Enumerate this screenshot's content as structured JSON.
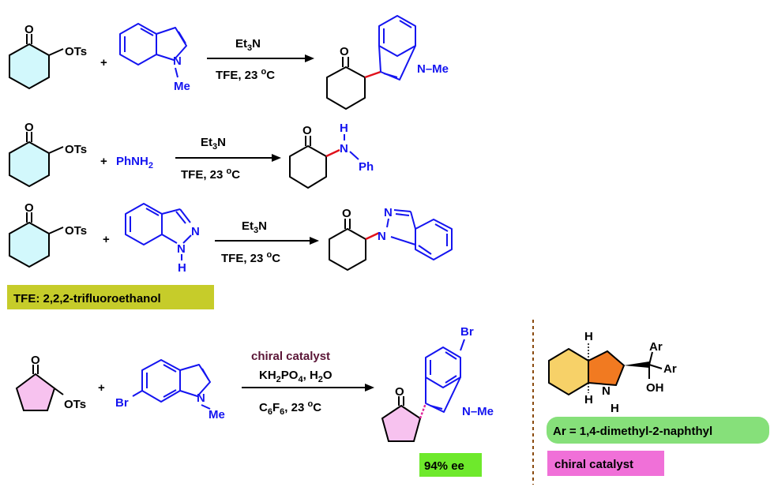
{
  "reactions": [
    {
      "reagent_top": [
        "Et",
        "3",
        "N"
      ],
      "reagent_bottom": [
        "TFE, 23 ",
        "o",
        "C"
      ],
      "plus": "+",
      "sm_label": "OTs",
      "nucleophile_label": "Me",
      "product_label": "N–Me"
    },
    {
      "reagent_top": [
        "Et",
        "3",
        "N"
      ],
      "reagent_bottom": [
        "TFE, 23 ",
        "o",
        "C"
      ],
      "plus": "+",
      "sm_label": "OTs",
      "nucleophile": [
        "PhNH",
        "2"
      ],
      "product_labels": {
        "H": "H",
        "N": "N",
        "Ph": "Ph"
      }
    },
    {
      "reagent_top": [
        "Et",
        "3",
        "N"
      ],
      "reagent_bottom": [
        "TFE, 23 ",
        "o",
        "C"
      ],
      "plus": "+",
      "sm_label": "OTs",
      "nucleophile_labels": {
        "N": "N",
        "H": "H"
      }
    }
  ],
  "tfe_note": "TFE: 2,2,2-trifluoroethanol",
  "asymmetric": {
    "reagent_line1": "chiral catalyst",
    "reagent_line2": [
      "KH",
      "2",
      "PO",
      "4",
      ", H",
      "2",
      "O"
    ],
    "reagent_line3": [
      "C",
      "6",
      "F",
      "6",
      ", 23 ",
      "o",
      "C"
    ],
    "plus": "+",
    "sm_label": "OTs",
    "br_label": "Br",
    "me_label": "Me",
    "n_label": "N",
    "product_br": "Br",
    "product_nme": "N–Me",
    "ee_label": "94% ee"
  },
  "catalyst": {
    "ar1": "Ar",
    "ar2": "Ar",
    "oh": "OH",
    "h_top": "H",
    "h_bottom": "H",
    "n_label": "N",
    "nh_h": "H",
    "ar_definition": "Ar = 1,4-dimethyl-2-naphthyl",
    "label": "chiral catalyst"
  },
  "colors": {
    "blue": "#1414f0",
    "red_bond": "#e0101a",
    "tfe_box": "#c6cc2a",
    "ee_box": "#6ee92c",
    "ar_box": "#86e07a",
    "catalyst_box": "#f070d8",
    "ring_cyan": "#d2f8fc",
    "ring_pink": "#f7c2ef",
    "ring_yellow": "#f7d168",
    "ring_orange": "#f17a21",
    "divider": "#8a4b10"
  }
}
